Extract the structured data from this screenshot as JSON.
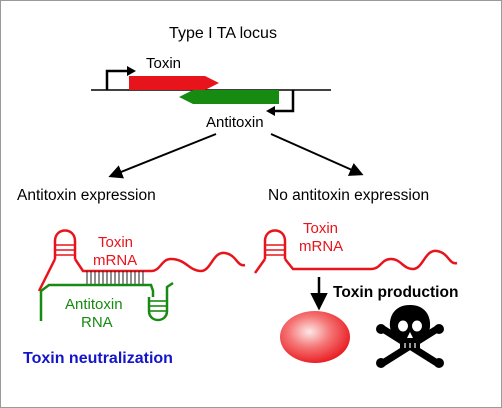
{
  "title": "Type I TA locus",
  "labels": {
    "toxin": "Toxin",
    "antitoxin": "Antitoxin"
  },
  "branches": {
    "left": "Antitoxin expression",
    "right": "No antitoxin expression"
  },
  "left_panel": {
    "mrna_line1": "Toxin",
    "mrna_line2": "mRNA",
    "rna_line1": "Antitoxin",
    "rna_line2": "RNA",
    "outcome": "Toxin neutralization"
  },
  "right_panel": {
    "mrna_line1": "Toxin",
    "mrna_line2": "mRNA",
    "production": "Toxin production"
  },
  "icons": [
    "promoter-arrow-icon",
    "skull-crossbones-icon",
    "toxin-protein-blob"
  ],
  "colors": {
    "toxin": "#e8141b",
    "antitoxin": "#178a12",
    "outcome": "#1414c8",
    "text": "#000000"
  }
}
